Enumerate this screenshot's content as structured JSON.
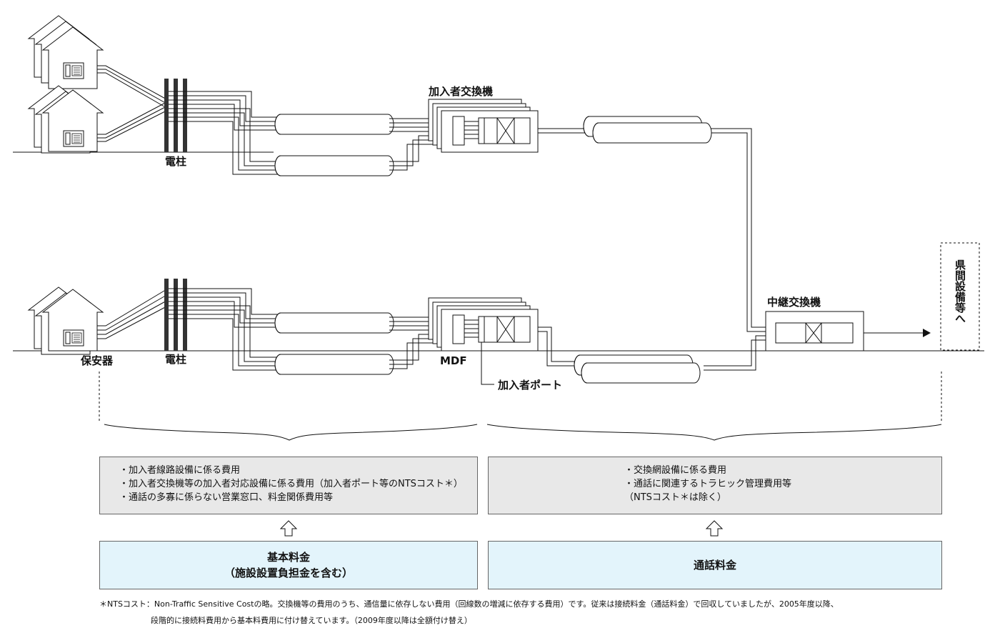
{
  "labels": {
    "subscriber_switch": "加入者交換機",
    "utility_pole_top": "電柱",
    "utility_pole_bottom": "電柱",
    "protector": "保安器",
    "mdf": "MDF",
    "subscriber_port": "加入者ポート",
    "relay_switch": "中継交換機",
    "inter_prefecture": "県間設備等へ"
  },
  "left_costs": {
    "items": [
      "・加入者線路設備に係る費用",
      "・加入者交換機等の加入者対応設備に係る費用（加入者ポート等のNTSコスト＊）",
      "・通話の多寡に係らない営業窓口、料金関係費用等"
    ]
  },
  "right_costs": {
    "items": [
      "・交換網設備に係る費用",
      "・通話に関連するトラヒック管理費用等",
      "（NTSコスト＊は除く）"
    ]
  },
  "basic_fee": {
    "line1": "基本料金",
    "line2": "（施設設置負担金を含む）"
  },
  "call_fee": {
    "label": "通話料金"
  },
  "footnote": {
    "line1": "＊NTSコスト：Non-Traffic Sensitive Costの略。交換機等の費用のうち、通信量に依存しない費用（回線数の増減に依存する費用）です。従来は接続料金（通話料金）で回収していましたが、2005年度以降、",
    "line2": "段階的に接続料費用から基本料費用に付け替えています。（2009年度以降は全額付け替え）"
  },
  "colors": {
    "cost_box_bg": "#e8e8e8",
    "fee_box_bg": "#e3f4fb",
    "line": "#111111"
  }
}
